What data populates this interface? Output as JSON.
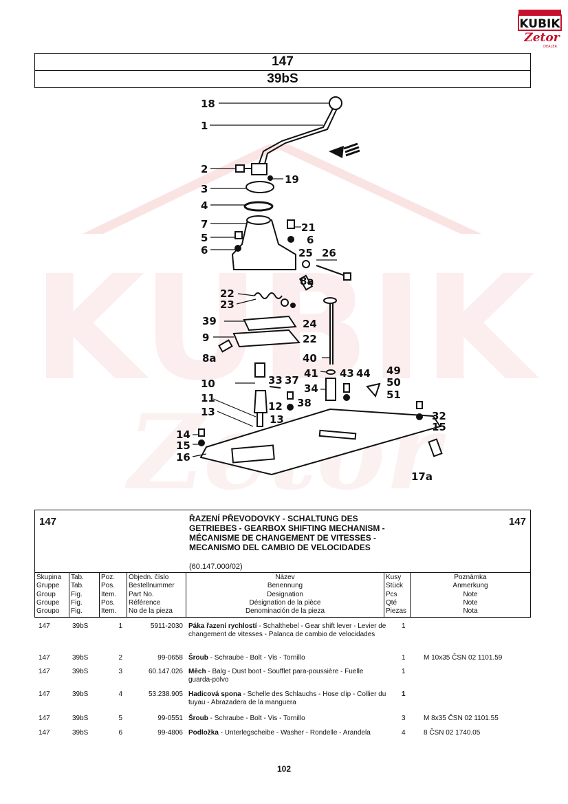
{
  "logo": {
    "brand": "KUBIK",
    "sub": "Zetor",
    "dealer": "DEALER"
  },
  "header": {
    "group": "147",
    "table": "39bS"
  },
  "diagram": {
    "labels": [
      "18",
      "1",
      "2",
      "19",
      "3",
      "4",
      "7",
      "21",
      "5",
      "6",
      "6",
      "25",
      "26",
      "8a",
      "22",
      "23",
      "24",
      "39",
      "22",
      "9",
      "8a",
      "40",
      "10",
      "33",
      "37",
      "41",
      "43",
      "44",
      "49",
      "50",
      "51",
      "34",
      "38",
      "11",
      "12",
      "13",
      "13",
      "14",
      "15",
      "16",
      "32",
      "15",
      "17a"
    ]
  },
  "description": {
    "group_left": "147",
    "group_right": "147",
    "title": "ŘAZENÍ PŘEVODOVKY - SCHALTUNG DES GETRIEBES - GEARBOX SHIFTING MECHANISM - MÉCANISME DE CHANGEMENT DE VITESSES - MECANISMO DEL CAMBIO DE VELOCIDADES",
    "code": "(60.147.000/02)"
  },
  "columns": {
    "group": [
      "Skupina",
      "Gruppe",
      "Group",
      "Groupe",
      "Groupo"
    ],
    "table": [
      "Tab.",
      "Tab.",
      "Fig.",
      "Fig.",
      "Fig."
    ],
    "position": [
      "Poz.",
      "Pos.",
      "Item.",
      "Pos.",
      "Item."
    ],
    "part_no": [
      "Objedn. číslo",
      "Bestellnummer",
      "Part No.",
      "Référence",
      "No de la pieza"
    ],
    "name": [
      "Název",
      "Benennung",
      "Designation",
      "Désignation de la pièce",
      "Denominación de la pieza"
    ],
    "qty": [
      "Kusy",
      "Stück",
      "Pcs",
      "Qté",
      "Piezas"
    ],
    "note": [
      "Poznámka",
      "Anmerkung",
      "Note",
      "Note",
      "Nota"
    ]
  },
  "parts": [
    {
      "group": "147",
      "table": "39bS",
      "pos": "1",
      "part_no": "5911-2030",
      "name_cz": "Páka řazení rychlostí",
      "name_rest": " - Schalthebel - Gear shift lever - Levier de changement de vitesses  - Palanca de cambio de velocidades",
      "qty": "1",
      "note": ""
    },
    {
      "group": "147",
      "table": "39bS",
      "pos": "2",
      "part_no": "99-0658",
      "name_cz": "Šroub",
      "name_rest": " - Schraube - Bolt - Vis - Tornillo",
      "qty": "1",
      "note": "M 10x35 ČSN 02 1101.59"
    },
    {
      "group": "147",
      "table": "39bS",
      "pos": "3",
      "part_no": "60.147.026",
      "name_cz": "Měch",
      "name_rest": " - Balg - Dust boot - Soufflet para-poussière - Fuelle guarda-polvo",
      "qty": "1",
      "note": ""
    },
    {
      "group": "147",
      "table": "39bS",
      "pos": "4",
      "part_no": "53.238.905",
      "name_cz": "Hadicová spona",
      "name_rest": " - Schelle des Schlauchs - Hose clip - Collier du tuyau - Abrazadera de la manguera",
      "qty": "1",
      "note": ""
    },
    {
      "group": "147",
      "table": "39bS",
      "pos": "5",
      "part_no": "99-0551",
      "name_cz": "Šroub",
      "name_rest": " - Schraube - Bolt - Vis - Tornillo",
      "qty": "3",
      "note": "M 8x35 ČSN 02 1101.55"
    },
    {
      "group": "147",
      "table": "39bS",
      "pos": "6",
      "part_no": "99-4806",
      "name_cz": "Podložka",
      "name_rest": " - Unterlegscheibe - Washer - Rondelle - Arandela",
      "qty": "4",
      "note": "8 ČSN 02 1740.05"
    }
  ],
  "page_number": "102"
}
